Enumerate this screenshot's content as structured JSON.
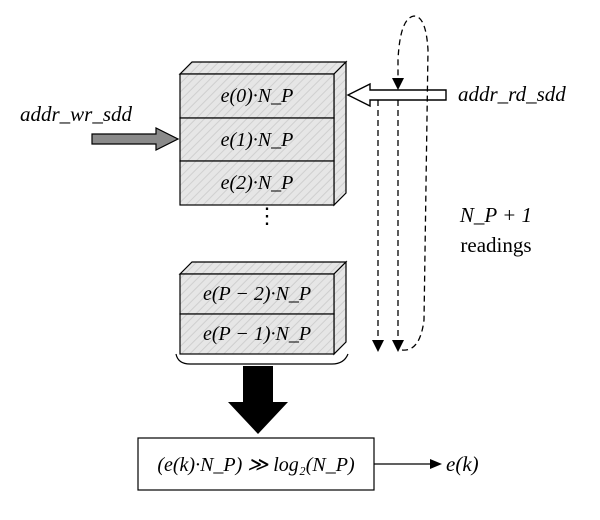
{
  "labels": {
    "write_address": "addr_wr_sdd",
    "read_address": "addr_rd_sdd",
    "readings_line1": "N_P + 1",
    "readings_line2": "readings",
    "output": "e(k)",
    "formula": "(e(k)·N_P) ≫ log₂(N_P)"
  },
  "memory": {
    "top_cells": [
      "e(0)·N_P",
      "e(1)·N_P",
      "e(2)·N_P"
    ],
    "bottom_cells": [
      "e(P − 2)·N_P",
      "e(P − 1)·N_P"
    ],
    "ellipsis": "⋮"
  },
  "colors": {
    "cell_fill": "#e6e6e6",
    "cell_hatch": "#c8c8c8",
    "arrow_gray": "#8a8a8a",
    "outline": "#000000"
  }
}
